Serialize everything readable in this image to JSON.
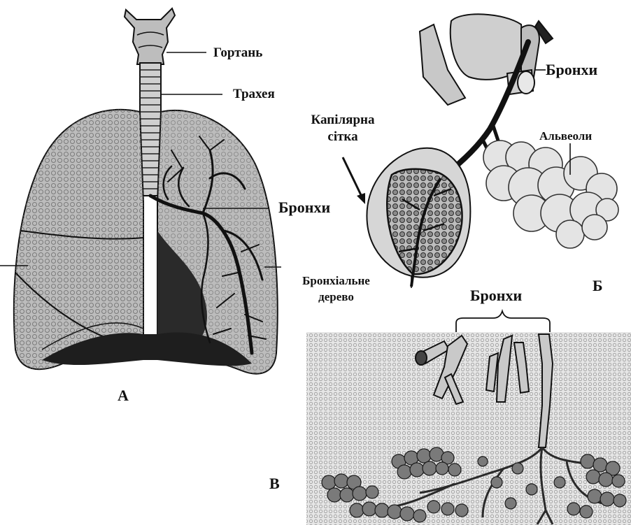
{
  "panels": {
    "a": "А",
    "b": "Б",
    "c": "В"
  },
  "labels_a": {
    "larynx": "Гортань",
    "trachea": "Трахея",
    "bronchi": "Бронхи"
  },
  "labels_b": {
    "bronchi": "Бронхи",
    "capillary_line1": "Капілярна",
    "capillary_line2": "сітка",
    "alveoli": "Альвеоли",
    "tree_line1": "Бронхіальне",
    "tree_line2": "дерево"
  },
  "labels_c": {
    "bronchi": "Бронхи"
  },
  "colors": {
    "ink": "#111111",
    "lung_fill": "#b9b9b9",
    "dark_fill": "#2a2a2a",
    "texture_fill": "#d8d8d8"
  }
}
